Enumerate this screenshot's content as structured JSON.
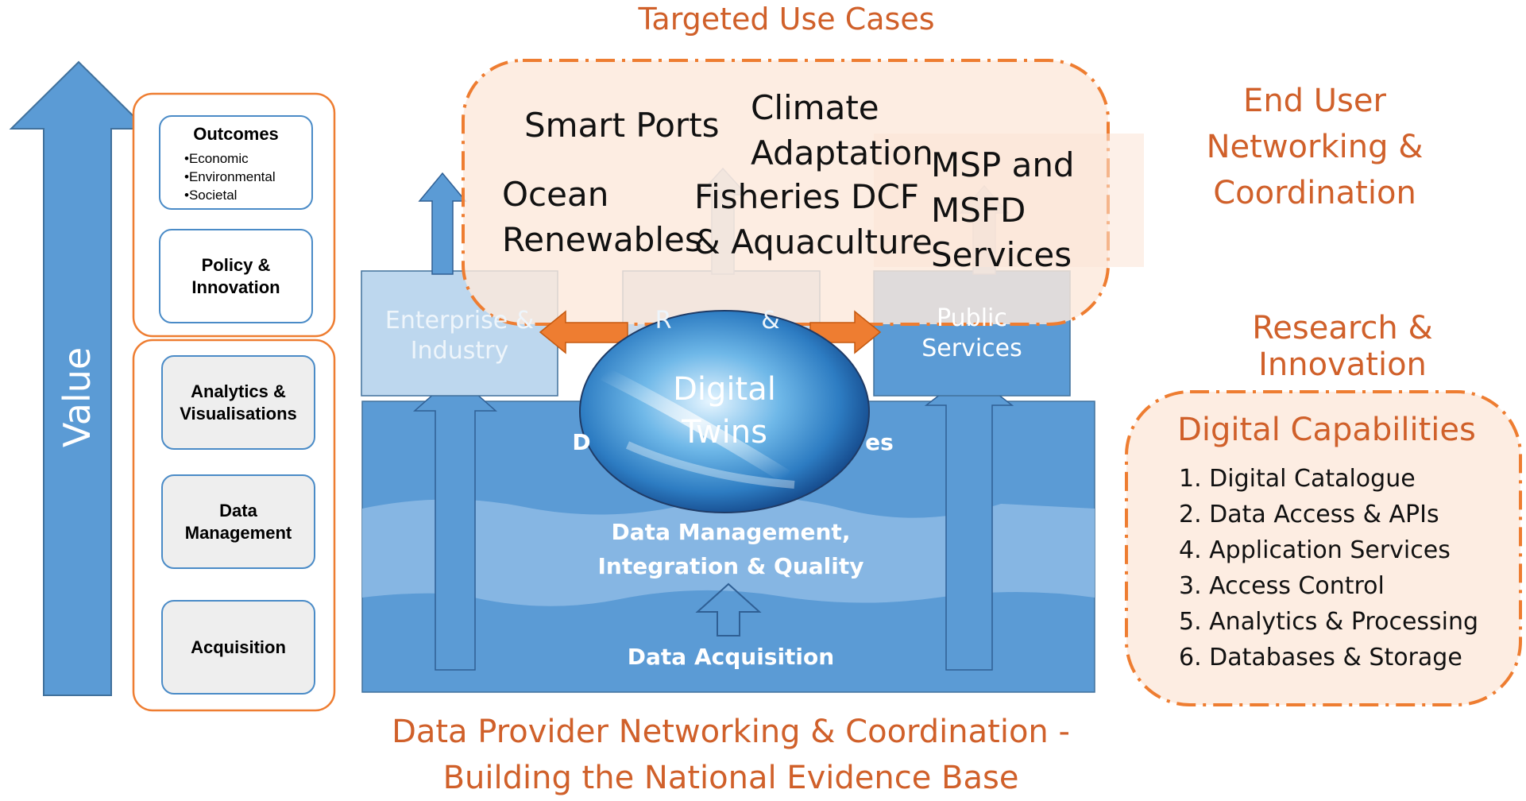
{
  "title": "Targeted Use Cases",
  "right_labels": {
    "end_user": "End User\nNetworking &\nCoordination",
    "research": "Research & Innovation"
  },
  "value_label": "Value",
  "left_stack": {
    "outcomes_title": "Outcomes",
    "outcomes_items": [
      "•Economic",
      "•Environmental",
      "•Societal"
    ],
    "policy": "Policy &\nInnovation",
    "analytics": "Analytics &\nVisualisations",
    "data_management": "Data\nManagement",
    "acquisition": "Acquisition"
  },
  "use_cases": {
    "smart_ports": "Smart Ports",
    "climate": "Climate\nAdaptation",
    "msp": "MSP and\nMSFD\nServices",
    "ocean": "Ocean\nRenewables",
    "fisheries": "Fisheries DCF\n& Aquaculture"
  },
  "stakeholders": {
    "enterprise": "Enterprise &\nIndustry",
    "research_fragment": "R",
    "research_fragment_tail": "&",
    "public": "Public\nServices"
  },
  "layers": {
    "services_fragment_left": "D",
    "services_fragment_right": "es",
    "data_management": "Data Management,\nIntegration & Quality",
    "data_acquisition": "Data  Acquisition"
  },
  "digital_twins": "Digital\nTwins",
  "digital_capabilities": {
    "title": "Digital Capabilities",
    "items": [
      "1. Digital Catalogue",
      "2. Data Access & APIs",
      "4. Application Services",
      "3. Access Control",
      "5. Analytics & Processing",
      "6. Databases & Storage"
    ]
  },
  "bottom_caption": "Data Provider Networking & Coordination -\nBuilding the National Evidence Base",
  "colors": {
    "orange": "#d0602a",
    "arrow_orange": "#ee7d31",
    "blue": "#5b9bd5",
    "light_blue": "#bdd7ee",
    "peach": "#fde9dc"
  }
}
